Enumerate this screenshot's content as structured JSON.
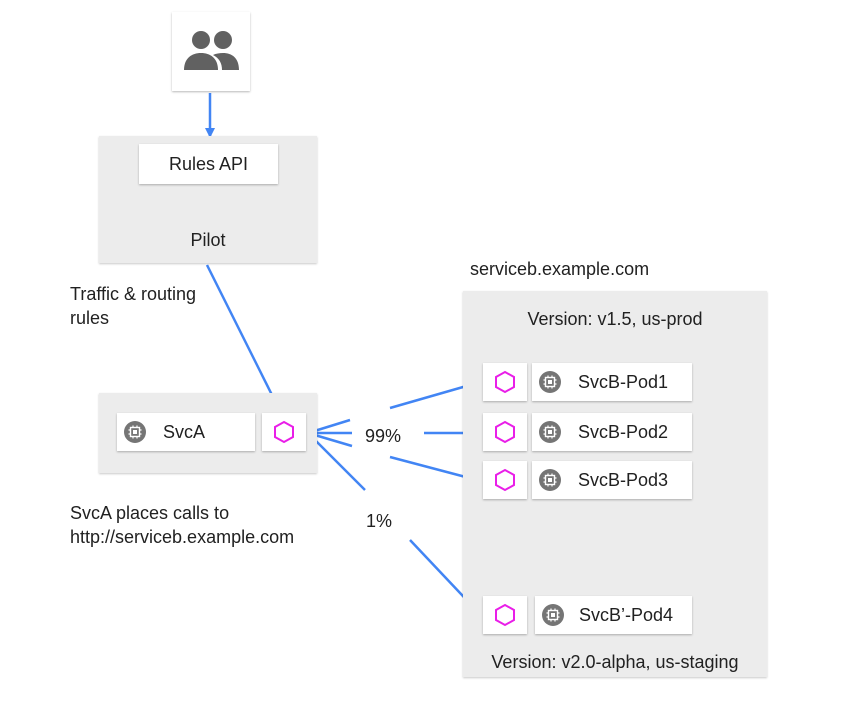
{
  "users_icon": "users-group-icon",
  "rules_api": {
    "label": "Rules API"
  },
  "pilot": {
    "label": "Pilot"
  },
  "traffic_label": [
    "Traffic & routing",
    "rules"
  ],
  "svca": {
    "label": "SvcA",
    "icon": "chip-icon",
    "proxy_icon": "envoy-hexagon-icon"
  },
  "svca_note": [
    "SvcA places calls to",
    "http://serviceb.example.com"
  ],
  "service_host": "serviceb.example.com",
  "versions": {
    "prod": "Version: v1.5, us-prod",
    "staging": "Version: v2.0-alpha, us-staging"
  },
  "pods": [
    {
      "label": "SvcB-Pod1"
    },
    {
      "label": "SvcB-Pod2"
    },
    {
      "label": "SvcB-Pod3"
    },
    {
      "label": "SvcB’-Pod4"
    }
  ],
  "split": {
    "main": "99%",
    "canary": "1%"
  },
  "colors": {
    "arrow": "#4285f4",
    "proxy": "#e91ee8",
    "chip": "#757575",
    "panel": "#ececec"
  }
}
